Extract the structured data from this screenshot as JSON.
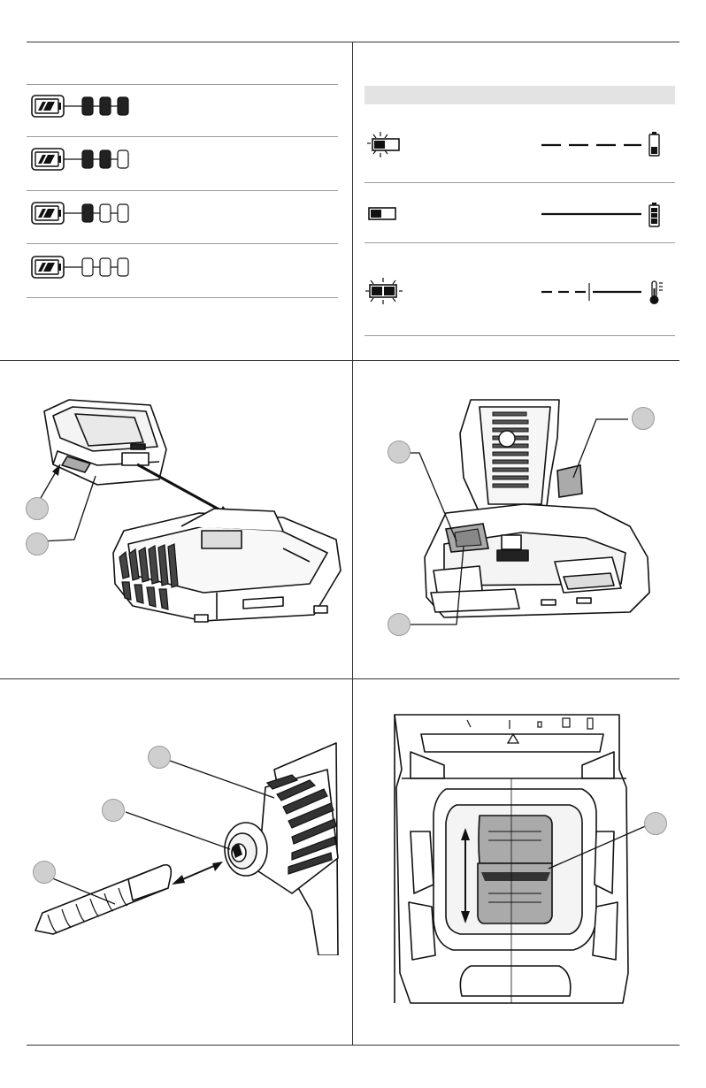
{
  "page": {
    "fuel_gauge_rows": [
      {
        "lit_bars": 3
      },
      {
        "lit_bars": 2
      },
      {
        "lit_bars": 1
      },
      {
        "lit_bars": 0
      }
    ],
    "charger_indicators": [
      {
        "icon": "charging-blinking-icon",
        "pattern": "dashed"
      },
      {
        "icon": "charged-solid-icon",
        "pattern": "solid"
      },
      {
        "icon": "hot-cold-delay-icon",
        "pattern": "dash-then-solid"
      }
    ],
    "colors": {
      "rule": "#333333",
      "hairline": "#9a9a9a",
      "callout_fill": "#cfcfcf",
      "highlight_fill": "#aaaaaa",
      "header_bar": "#e3e3e3"
    },
    "figures": [
      {
        "name": "battery-charger-figure",
        "icon": "battery-charger-illustration"
      },
      {
        "name": "battery-release-figure",
        "icon": "tool-battery-illustration"
      },
      {
        "name": "chuck-bit-figure",
        "icon": "drill-chuck-illustration"
      },
      {
        "name": "belt-clip-figure",
        "icon": "tool-base-illustration"
      }
    ]
  }
}
